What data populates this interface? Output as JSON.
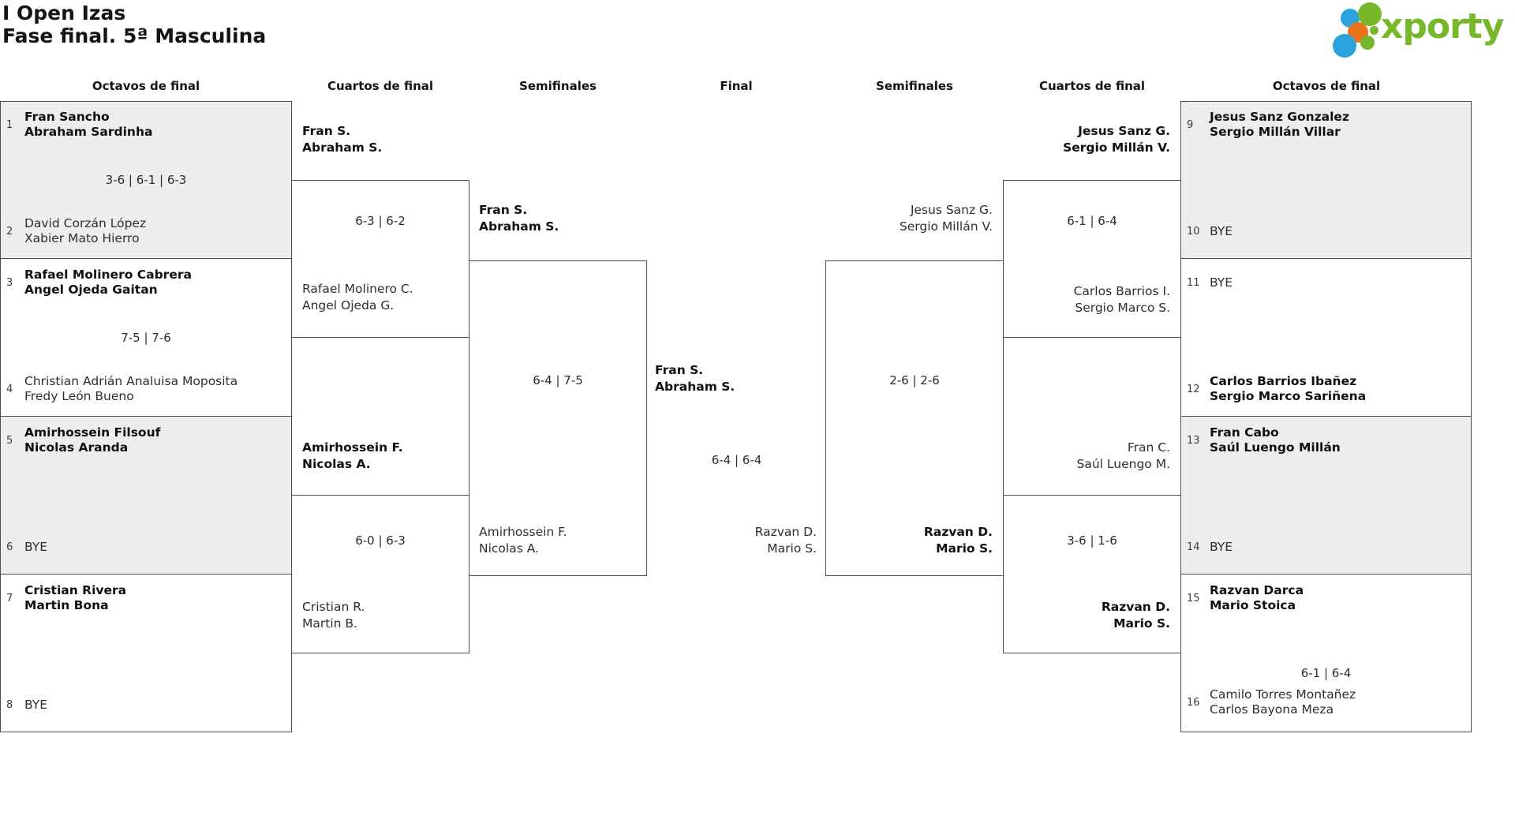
{
  "title": {
    "line1": "I Open Izas",
    "line2": "Fase final. 5ª Masculina"
  },
  "logo": {
    "text": "xporty",
    "green": "#76b82a",
    "blue": "#2ba3dc",
    "orange": "#e8731a"
  },
  "round_headers": [
    "Octavos de final",
    "Cuartos de final",
    "Semifinales",
    "Final",
    "Semifinales",
    "Cuartos de final",
    "Octavos de final"
  ],
  "colors": {
    "box_fill_alt": "#ededed",
    "border": "#4d4d4d",
    "text": "#2e2e2e",
    "text_bold": "#101010"
  },
  "matches": {
    "oct_l1": {
      "seed_a": "1",
      "team_a": "Fran Sancho\nAbraham Sardinha",
      "score": "3-6 | 6-1 | 6-3",
      "seed_b": "2",
      "team_b": "David Corzán López\nXabier Mato Hierro"
    },
    "oct_l2": {
      "seed_a": "3",
      "team_a": "Rafael Molinero Cabrera\nAngel Ojeda Gaitan",
      "score": "7-5 | 7-6",
      "seed_b": "4",
      "team_b": "Christian Adrián Analuisa Moposita\nFredy León Bueno"
    },
    "oct_l3": {
      "seed_a": "5",
      "team_a": "Amirhossein Filsouf\nNicolas Aranda",
      "seed_b": "6",
      "team_b": "BYE"
    },
    "oct_l4": {
      "seed_a": "7",
      "team_a": "Cristian Rivera\nMartin Bona",
      "seed_b": "8",
      "team_b": "BYE"
    },
    "qf_l1": {
      "team_a": "Fran S.\nAbraham S.",
      "score": "6-3 | 6-2",
      "team_b": "Rafael Molinero C.\nAngel Ojeda G."
    },
    "qf_l2": {
      "team_a": "Amirhossein F.\nNicolas A.",
      "score": "6-0 | 6-3",
      "team_b": "Cristian R.\nMartin B."
    },
    "sf_l": {
      "team_a": "Fran S.\nAbraham S.",
      "score": "6-4 | 7-5",
      "team_b": "Amirhossein F.\nNicolas A."
    },
    "final": {
      "team_a": "Fran S.\nAbraham S.",
      "score": "6-4 | 6-4",
      "team_b": "Razvan D.\nMario S."
    },
    "sf_r": {
      "team_a": "Jesus Sanz G.\nSergio Millán V.",
      "score": "2-6 | 2-6",
      "team_b": "Razvan D.\nMario S."
    },
    "qf_r1": {
      "team_a": "Jesus Sanz G.\nSergio Millán V.",
      "score": "6-1 | 6-4",
      "team_b": "Carlos Barrios I.\nSergio Marco S."
    },
    "qf_r2": {
      "team_a": "Fran C.\nSaúl Luengo M.",
      "score": "3-6 | 1-6",
      "team_b": "Razvan D.\nMario S."
    },
    "oct_r1": {
      "seed_a": "9",
      "team_a": "Jesus Sanz Gonzalez\nSergio Millán Villar",
      "seed_b": "10",
      "team_b": "BYE"
    },
    "oct_r2": {
      "seed_a": "11",
      "team_a": "BYE",
      "seed_b": "12",
      "team_b": "Carlos Barrios Ibañez\nSergio Marco Sariñena"
    },
    "oct_r3": {
      "seed_a": "13",
      "team_a": "Fran Cabo\nSaúl Luengo Millán",
      "seed_b": "14",
      "team_b": "BYE"
    },
    "oct_r4": {
      "seed_a": "15",
      "team_a": "Razvan Darca\nMario Stoica",
      "score": "6-1 | 6-4",
      "seed_b": "16",
      "team_b": "Camilo Torres Montañez\nCarlos Bayona Meza"
    }
  }
}
